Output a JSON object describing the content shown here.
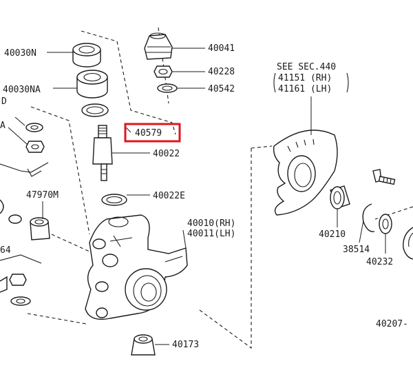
{
  "labels": {
    "p40030n": "40030N",
    "p40030na": "40030NA",
    "p40041": "40041",
    "p40228": "40228",
    "p40542": "40542",
    "p40579": "40579",
    "p40022": "40022",
    "p40022e": "40022E",
    "p47970m": "47970M",
    "p40010": "40010(RH)",
    "p40011": "40011(LH)",
    "p40173": "40173",
    "see_sec": "SEE SEC.440",
    "p41151": "41151 (RH)",
    "p41161": "41161 (LH)",
    "p40210": "40210",
    "p38514": "38514",
    "p40232": "40232",
    "p40207": "40207-",
    "edge_d": "D",
    "edge_a": "A",
    "edge_64": "64"
  },
  "colors": {
    "line": "#1a1a1a",
    "highlight": "#e0141e",
    "background": "#ffffff"
  },
  "highlighted_part": "40579"
}
